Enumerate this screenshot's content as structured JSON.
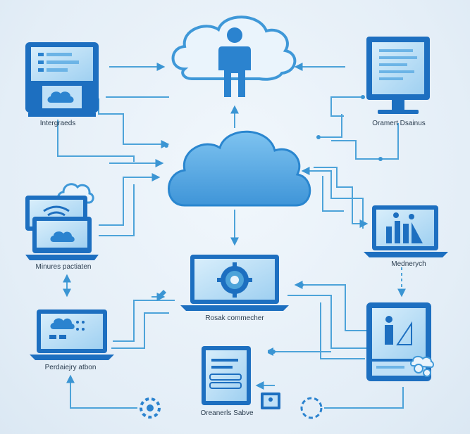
{
  "labels": {
    "top_left": "Intergraeds",
    "top_right": "Oramert Dsainus",
    "mid_left": "Minures pactiaten",
    "mid_right": "Mednerych",
    "center": "Rosak commecher",
    "bottom_left": "Perdaiejry atbon",
    "bottom_center": "Oreanerls Sabve"
  },
  "colors": {
    "line": "#4da3d9",
    "device_dark": "#1d6fc0",
    "screen": "#bfe0f7",
    "cloud": "#5aaee8",
    "cloud_light": "#e6f2fb"
  }
}
